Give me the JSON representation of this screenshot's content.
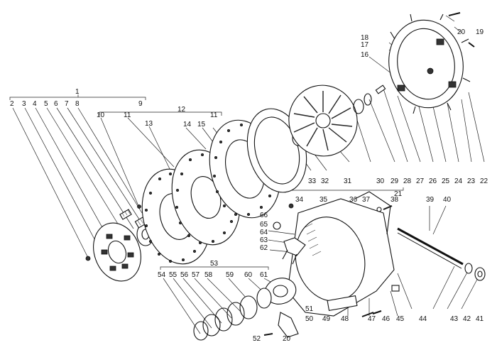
{
  "figure": {
    "type": "exploded-assembly-drawing",
    "callouts": [
      {
        "id": "1",
        "text": "1"
      },
      {
        "id": "2",
        "text": "2"
      },
      {
        "id": "3",
        "text": "3"
      },
      {
        "id": "4",
        "text": "4"
      },
      {
        "id": "5",
        "text": "5"
      },
      {
        "id": "6",
        "text": "6"
      },
      {
        "id": "7",
        "text": "7"
      },
      {
        "id": "8",
        "text": "8"
      },
      {
        "id": "9",
        "text": "9"
      },
      {
        "id": "10",
        "text": "10"
      },
      {
        "id": "11a",
        "text": "11"
      },
      {
        "id": "11b",
        "text": "11"
      },
      {
        "id": "12",
        "text": "12"
      },
      {
        "id": "13",
        "text": "13"
      },
      {
        "id": "14",
        "text": "14"
      },
      {
        "id": "15",
        "text": "15"
      },
      {
        "id": "16",
        "text": "16"
      },
      {
        "id": "17",
        "text": "17"
      },
      {
        "id": "18",
        "text": "18"
      },
      {
        "id": "19",
        "text": "19"
      },
      {
        "id": "20a",
        "text": "20"
      },
      {
        "id": "20b",
        "text": "20"
      },
      {
        "id": "21",
        "text": "21"
      },
      {
        "id": "22",
        "text": "22"
      },
      {
        "id": "23",
        "text": "23"
      },
      {
        "id": "24",
        "text": "24"
      },
      {
        "id": "25",
        "text": "25"
      },
      {
        "id": "26",
        "text": "26"
      },
      {
        "id": "27",
        "text": "27"
      },
      {
        "id": "28",
        "text": "28"
      },
      {
        "id": "29",
        "text": "29"
      },
      {
        "id": "30",
        "text": "30"
      },
      {
        "id": "31",
        "text": "31"
      },
      {
        "id": "32",
        "text": "32"
      },
      {
        "id": "33",
        "text": "33"
      },
      {
        "id": "34",
        "text": "34"
      },
      {
        "id": "35",
        "text": "35"
      },
      {
        "id": "36",
        "text": "36"
      },
      {
        "id": "37",
        "text": "37"
      },
      {
        "id": "38",
        "text": "38"
      },
      {
        "id": "39",
        "text": "39"
      },
      {
        "id": "40",
        "text": "40"
      },
      {
        "id": "41",
        "text": "41"
      },
      {
        "id": "42",
        "text": "42"
      },
      {
        "id": "43",
        "text": "43"
      },
      {
        "id": "44",
        "text": "44"
      },
      {
        "id": "45",
        "text": "45"
      },
      {
        "id": "46",
        "text": "46"
      },
      {
        "id": "47",
        "text": "47"
      },
      {
        "id": "48",
        "text": "48"
      },
      {
        "id": "49",
        "text": "49"
      },
      {
        "id": "50",
        "text": "50"
      },
      {
        "id": "51",
        "text": "51"
      },
      {
        "id": "52",
        "text": "52"
      },
      {
        "id": "53",
        "text": "53"
      },
      {
        "id": "54",
        "text": "54"
      },
      {
        "id": "55",
        "text": "55"
      },
      {
        "id": "56",
        "text": "56"
      },
      {
        "id": "57",
        "text": "57"
      },
      {
        "id": "58",
        "text": "58"
      },
      {
        "id": "59",
        "text": "59"
      },
      {
        "id": "60",
        "text": "60"
      },
      {
        "id": "61",
        "text": "61"
      },
      {
        "id": "62",
        "text": "62"
      },
      {
        "id": "63",
        "text": "63"
      },
      {
        "id": "64",
        "text": "64"
      },
      {
        "id": "65",
        "text": "65"
      },
      {
        "id": "66",
        "text": "66"
      }
    ]
  }
}
